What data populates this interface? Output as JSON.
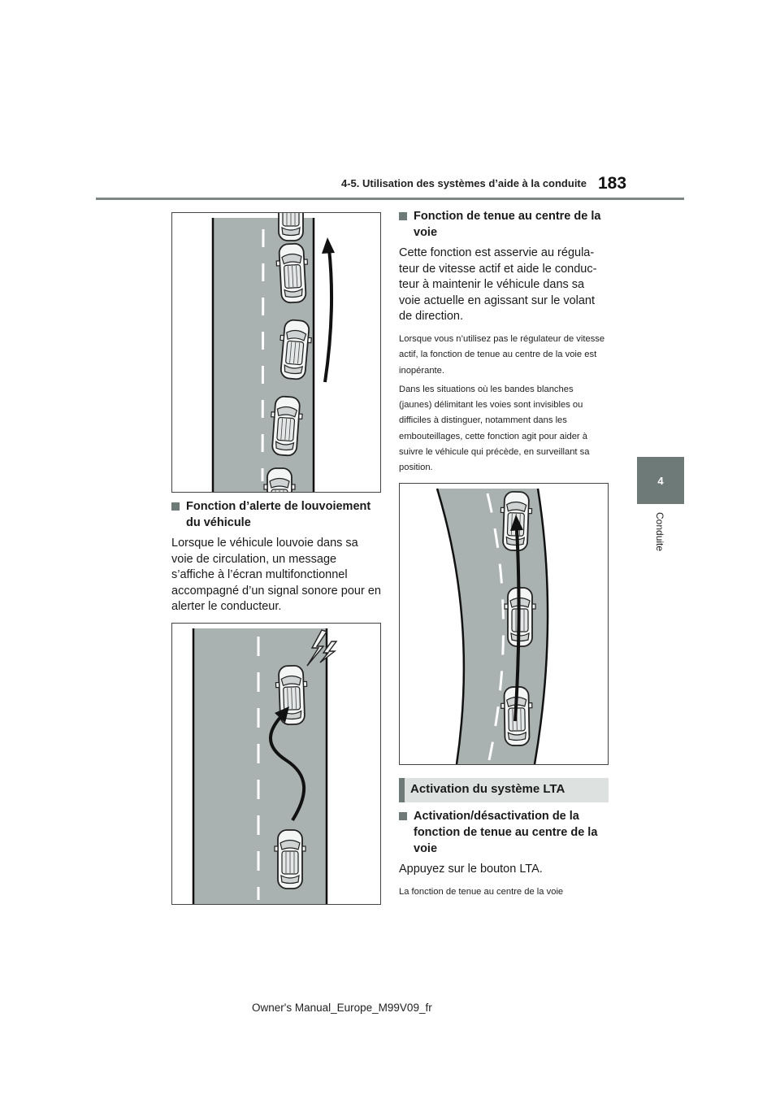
{
  "header": {
    "section_title": "4-5. Utilisation des systèmes d’aide à la conduite",
    "page_number": "183"
  },
  "side_tab": {
    "chapter_number": "4",
    "chapter_label": "Conduite"
  },
  "left": {
    "alert_heading": "Fonction d’alerte de louvoiement du véhicule",
    "alert_body": "Lorsque le véhicule louvoie dans sa voie de circulation, un message s’affiche à l’écran multifonctionnel accompagné d’un signal sonore pour en alerter le conducteur."
  },
  "right": {
    "centering_heading": "Fonction de tenue au centre de la voie",
    "centering_body": "Cette fonction est asservie au régula-teur de vitesse actif et aide le conduc-teur à maintenir le véhicule dans sa voie actuelle en agissant sur le volant de direction.",
    "centering_note1": "Lorsque vous n’utilisez pas le régulateur de vitesse actif, la fonction de tenue au centre de la voie est inopérante.",
    "centering_note2": "Dans les situations où les bandes blanches (jaunes) délimitant les voies sont invisibles ou difficiles à distinguer, notamment dans les embouteillages, cette fonction agit pour aider à suivre le véhicule qui précède, en surveillant sa position.",
    "section_banner": "Activation du système LTA",
    "activation_heading": "Activation/désactivation de la fonction de tenue au centre de la voie",
    "activation_body": "Appuyez sur le bouton LTA.",
    "activation_note": "La fonction de tenue au centre de la voie"
  },
  "footer": {
    "manual_id": "Owner's Manual_Europe_M99V09_fr"
  },
  "colors": {
    "road": "#a9b2b0",
    "accent": "#6e7a78",
    "banner_bg": "#dde1e0"
  }
}
